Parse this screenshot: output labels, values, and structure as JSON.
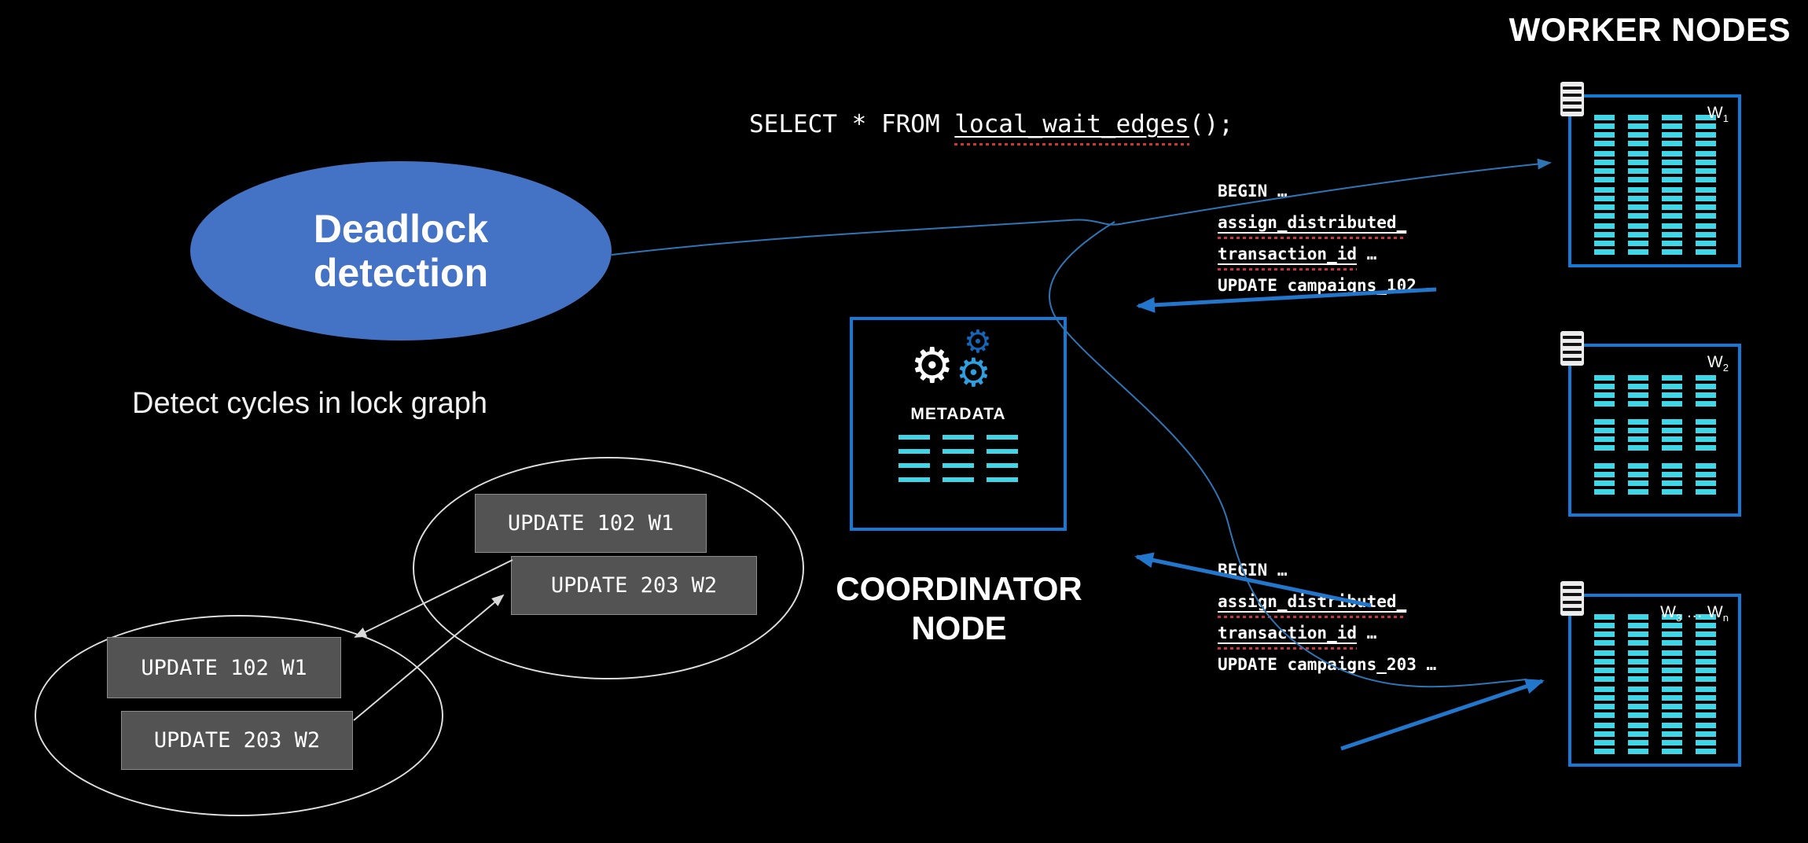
{
  "colors": {
    "accent_blue": "#1779D6",
    "cyan": "#3FD6E8",
    "ellipse_blue": "#4472C4",
    "arrow_blue": "#2277CC",
    "thin_line": "#2E75B6",
    "box_gray": "#535353",
    "squiggle_red": "#D13438"
  },
  "sql_banner": {
    "segments": [
      {
        "text": "SELECT * FROM "
      },
      {
        "text": "local_wait_edges",
        "underline": true
      },
      {
        "text": "();"
      }
    ]
  },
  "deadlock_ellipse": {
    "label": "Deadlock detection"
  },
  "caption": "Detect cycles in lock graph",
  "lock_graph": {
    "top_cluster": {
      "boxes": [
        {
          "label": "UPDATE 102 W1"
        },
        {
          "label": "UPDATE 203 W2"
        }
      ]
    },
    "bottom_cluster": {
      "boxes": [
        {
          "label": "UPDATE 102 W1"
        },
        {
          "label": "UPDATE 203 W2"
        }
      ]
    }
  },
  "coordinator": {
    "icon": "gears-icon",
    "gear_glyph": "⚙",
    "metadata_label": "METADATA",
    "node_label": "COORDINATOR NODE",
    "table_grid": {
      "columns": 3,
      "rows": 4
    }
  },
  "code_blocks": [
    {
      "lines": [
        {
          "segments": [
            {
              "text": "BEGIN …"
            }
          ]
        },
        {
          "segments": [
            {
              "text": "assign_distributed_",
              "underline": true
            }
          ]
        },
        {
          "segments": [
            {
              "text": "transaction_id",
              "underline": true
            },
            {
              "text": " …"
            }
          ]
        },
        {
          "segments": [
            {
              "text": "UPDATE campaigns_102 …"
            }
          ]
        }
      ]
    },
    {
      "lines": [
        {
          "segments": [
            {
              "text": "BEGIN …"
            }
          ]
        },
        {
          "segments": [
            {
              "text": "assign_distributed_",
              "underline": true
            }
          ]
        },
        {
          "segments": [
            {
              "text": "transaction_id",
              "underline": true
            },
            {
              "text": " …"
            }
          ]
        },
        {
          "segments": [
            {
              "text": "UPDATE campaigns_203 …"
            }
          ]
        }
      ]
    }
  ],
  "workers": {
    "heading": "WORKER NODES",
    "nodes": [
      {
        "label_parts": [
          {
            "text": "W"
          },
          {
            "sub": "1"
          }
        ],
        "grid": {
          "columns": 4,
          "rows": 4
        }
      },
      {
        "label_parts": [
          {
            "text": "W"
          },
          {
            "sub": "2"
          }
        ],
        "grid": {
          "columns": 4,
          "rows": 3
        }
      },
      {
        "label_parts": [
          {
            "text": "W"
          },
          {
            "sub": "3"
          },
          {
            "text": " … "
          },
          {
            "text": "W"
          },
          {
            "sub": "n"
          }
        ],
        "grid": {
          "columns": 4,
          "rows": 4
        }
      }
    ]
  }
}
